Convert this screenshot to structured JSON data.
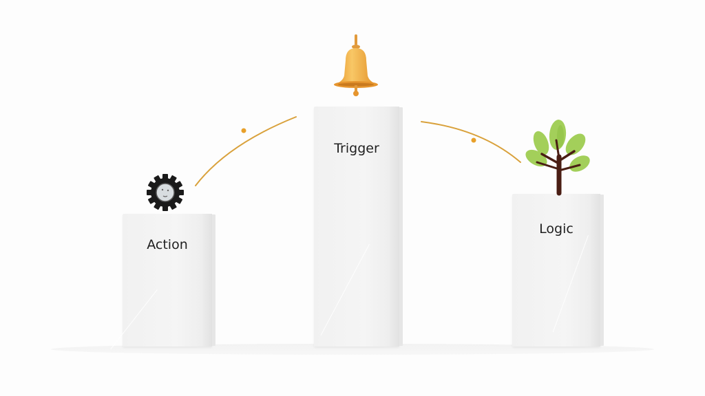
{
  "diagram": {
    "nodes": [
      {
        "id": "action",
        "label": "Action",
        "icon": "gear-icon"
      },
      {
        "id": "trigger",
        "label": "Trigger",
        "icon": "bell-icon"
      },
      {
        "id": "logic",
        "label": "Logic",
        "icon": "tree-icon"
      }
    ],
    "connectors": [
      {
        "from": "action",
        "to": "trigger",
        "style": "curved-arrow"
      },
      {
        "from": "trigger",
        "to": "logic",
        "style": "curved-arrow"
      }
    ],
    "colors": {
      "background": "#fdfdfd",
      "pillar": "#f2f2f2",
      "connector": "#d9a13b",
      "bell": "#f0a83a",
      "leaf": "#9dcb4f",
      "trunk": "#4a1e14",
      "gear": "#1a1a1a"
    }
  }
}
